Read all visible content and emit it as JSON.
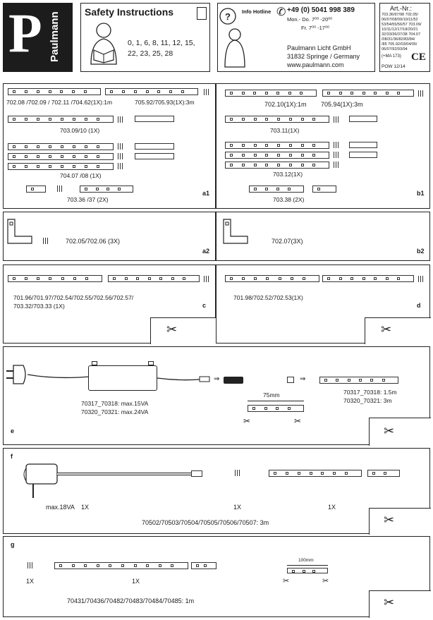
{
  "header": {
    "brand": "Paulmann",
    "logo_letter": "P",
    "safety_title": "Safety Instructions",
    "safety_codes": [
      "0, 1, 6, 8, 11, 12, 15,",
      "22, 23, 25, 28"
    ],
    "hotline_label": "Info Hotline",
    "hotline_number": "+49 (0) 5041 998 389",
    "hours_1": "Mon.- Do. 7⁰⁰ -20⁰⁰",
    "hours_2": "Fr.  7⁰⁰ -17⁰⁰",
    "company": "Paulmann Licht GmbH",
    "address": "31832 Springe / Germany",
    "website": "www.paulmann.com",
    "art_title": "Art.-Nr.:",
    "art_lines": [
      "703.36/97/98  702.05/",
      "06/07/08/09/10/11/52",
      "53/54/55/56/57 703.09/",
      "10/11/12/17/18/20/21",
      "32/33/36/37/38 704.07",
      "/08/31/36/82/83/84/",
      "/85 705.92/03/04/05/",
      "06/07/92/93/94",
      "(+MA 173)"
    ],
    "pow": "POW 12/14",
    "ce": "CE"
  },
  "sections": {
    "a1": {
      "tag": "a1",
      "label_1": "702.08 /702.09 / 702.11 /704.62(1X):1m",
      "label_1b": "705.92/705.93(1X):3m",
      "label_2": "703.09/10 (1X)",
      "label_3": "704.07 /08 (1X)",
      "label_4": "703.36 /37 (2X)"
    },
    "b1": {
      "tag": "b1",
      "label_1": "702.10(1X):1m",
      "label_1b": "705.94(1X):3m",
      "label_2": "703.11(1X)",
      "label_3": "703.12(1X)",
      "label_4": "703.38 (2X)"
    },
    "a2": {
      "tag": "a2",
      "label": "702.05/702.06 (3X)"
    },
    "b2": {
      "tag": "b2",
      "label": "702.07(3X)"
    },
    "c": {
      "tag": "c",
      "label_1": "701.96/701.97/702.54/702.55/702.56/702.57/",
      "label_2": "703.32/703.33 (1X)"
    },
    "d": {
      "tag": "d",
      "label": "701.98/702.52/702.53(1X)"
    },
    "e": {
      "tag": "e",
      "va_1": "70317_70318: max.15VA",
      "va_2": "70320_70321: max.24VA",
      "len_1": "70317_70318: 1.5m",
      "len_2": "70320_70321: 3m",
      "cut": "75mm"
    },
    "f": {
      "tag": "f",
      "max": "max.18VA",
      "q1": "1X",
      "q2": "1X",
      "q3": "1X",
      "label": "70502/70503/70504/70505/70506/70507: 3m"
    },
    "g": {
      "tag": "g",
      "q1": "1X",
      "q2": "1X",
      "cut": "100mm",
      "label": "70431/70436/70482/70483/70484/70485: 1m"
    }
  }
}
